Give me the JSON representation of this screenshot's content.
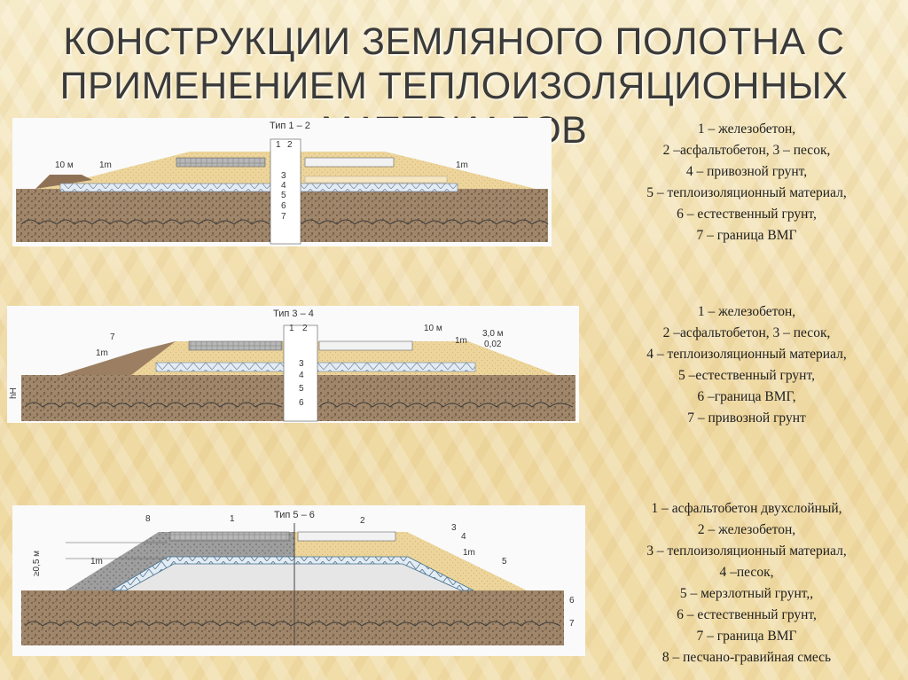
{
  "title": {
    "line1": "КОНСТРУКЦИИ ЗЕМЛЯНОГО ПОЛОТНА С",
    "line2": "ПРИМЕНЕНИЕМ ТЕПЛОИЗОЛЯЦИОННЫХ МАТЕРИАЛОВ"
  },
  "diagrams": [
    {
      "title": "Тип 1 – 2",
      "labels": [
        "1",
        "2",
        "3",
        "4",
        "5",
        "6",
        "7"
      ],
      "slope_left": "1m",
      "slope_right": "1m",
      "width_note": "10 м",
      "legend": [
        "1 – железобетон,",
        "2 –асфальтобетон, 3 – песок,",
        "4 – привозной грунт,",
        "5 – теплоизоляционный материал,",
        "6 – естественный грунт,",
        "7 – граница ВМГ"
      ]
    },
    {
      "title": "Тип 3 – 4",
      "labels": [
        "1",
        "2",
        "3",
        "4",
        "5",
        "6",
        "7"
      ],
      "slope_left": "1m",
      "slope_right": "1m",
      "height_note": "10 м",
      "width_note": "3,0 м",
      "grade_note": "0,02",
      "depth_note": "hН",
      "legend": [
        "1 – железобетон,",
        "2 –асфальтобетон, 3 – песок,",
        "4 – теплоизоляционный материал,",
        "5 –естественный грунт,",
        "6 –граница ВМГ,",
        "7 –  привозной грунт"
      ]
    },
    {
      "title": "Тип 5 – 6",
      "labels": [
        "1",
        "2",
        "3",
        "4",
        "5",
        "6",
        "7",
        "8"
      ],
      "slope_left": "1m",
      "slope_right": "1m",
      "height_note": "≥0,5 м",
      "legend": [
        "1 – асфальтобетон двухслойный,",
        "2 – железобетон,",
        "3 – теплоизоляционный материал,",
        "4 –песок,",
        "5 – мерзлотный грунт,,",
        "6 – естественный грунт,",
        "7 –  граница ВМГ",
        "8 – песчано-гравийная смесь"
      ]
    }
  ],
  "colors": {
    "background": "#f3e2b4",
    "soil": "#a0866a",
    "sand": "#ecd49a",
    "asphalt": "#a8a8a8",
    "insulation": "#dde6ef",
    "gravel": "#9a9a9a"
  }
}
